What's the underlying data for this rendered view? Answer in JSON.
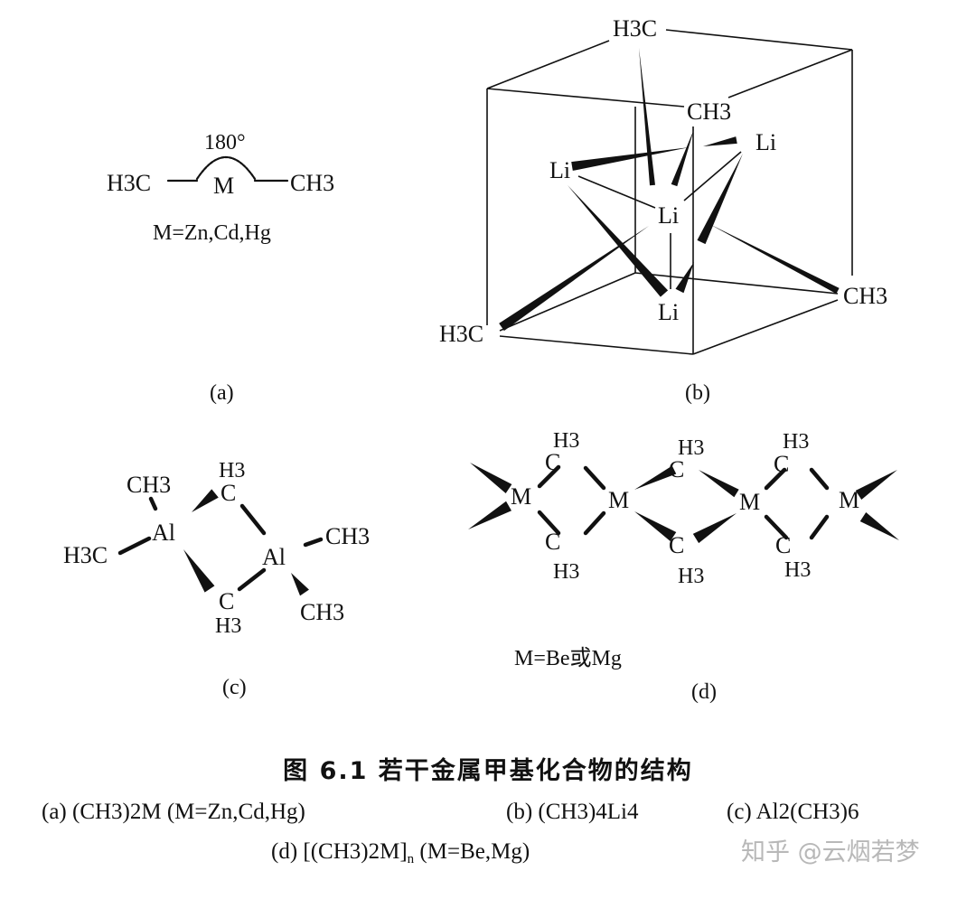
{
  "panel_a": {
    "angle": "180°",
    "left": "H3C",
    "metal": "M",
    "right": "CH3",
    "note": "M=Zn,Cd,Hg",
    "tag": "(a)"
  },
  "panel_b": {
    "top_methyl": "H3C",
    "mid_methyl": "CH3",
    "li_right": "Li",
    "li_left": "Li",
    "li_center": "Li",
    "li_bottom": "Li",
    "right_methyl": "CH3",
    "bottom_methyl": "H3C",
    "tag": "(b)"
  },
  "panel_c": {
    "al_left": "Al",
    "al_right": "Al",
    "ch3_top": "CH3",
    "h3c_left": "H3C",
    "ch3_right": "CH3",
    "ch3_bottom": "CH3",
    "bridge_top_h": "H3",
    "bridge_top_c": "C",
    "bridge_bottom_c": "C",
    "bridge_bottom_h": "H3",
    "tag": "(c)"
  },
  "panel_d": {
    "metal": "M",
    "carbon": "C",
    "hydrogen": "H3",
    "note": "M=Be或Mg",
    "tag": "(d)"
  },
  "caption": {
    "title": "图 6.1  若干金属甲基化合物的结构",
    "line1": [
      "(a) (CH3)2M (M=Zn,Cd,Hg)",
      "(b) (CH3)4Li4",
      "(c) Al2(CH3)6"
    ],
    "line2_pre": "(d) [(CH3)2M]",
    "line2_sub": "n",
    "line2_post": " (M=Be,Mg)"
  },
  "watermark": "知乎 @云烟若梦"
}
